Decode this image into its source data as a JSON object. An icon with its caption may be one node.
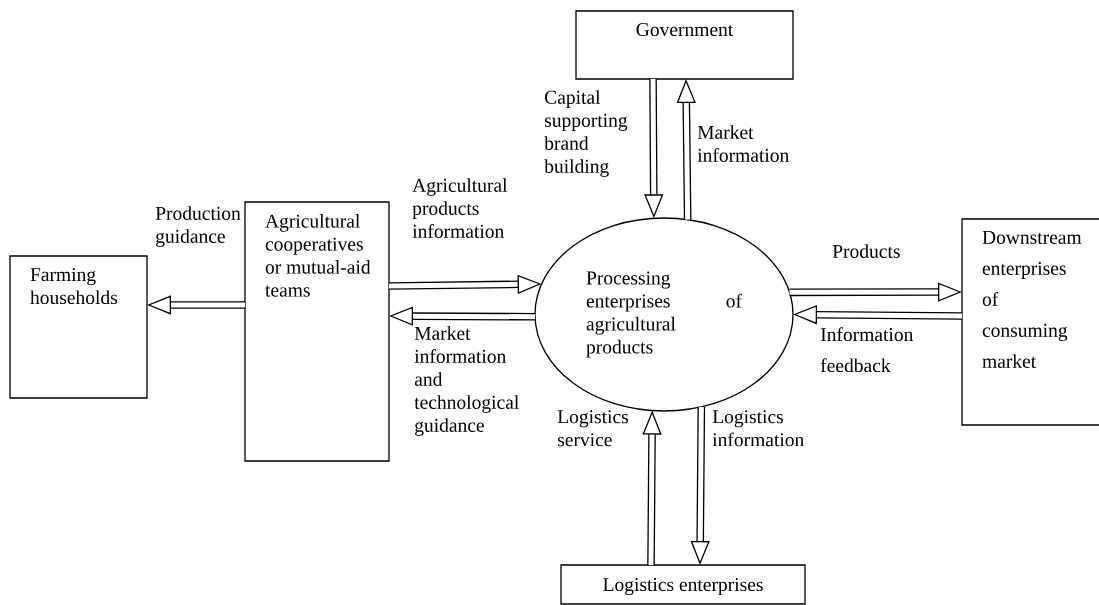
{
  "diagram": {
    "nodes": [
      {
        "text": [
          "Government"
        ]
      },
      {
        "text": [
          "Farming households"
        ]
      },
      {
        "text": [
          "Agricultural cooperatives or mutual-aid teams"
        ]
      },
      {
        "text": [
          "Processing enterprises of agricultural products"
        ]
      },
      {
        "text": [
          "Downstream enterprises of consuming market"
        ]
      },
      {
        "text": [
          "Logistics enterprises"
        ]
      }
    ],
    "edges": [
      {
        "from": 2,
        "to": 1,
        "arrow": "to",
        "label": "Production guidance"
      },
      {
        "from": 2,
        "to": 3,
        "arrow": "to",
        "label": "Agricultural products information"
      },
      {
        "from": 3,
        "to": 2,
        "arrow": "to",
        "label": "Market information and technological guidance"
      },
      {
        "from": 0,
        "to": 3,
        "arrow": "to",
        "label": "Capital supporting brand building"
      },
      {
        "from": 3,
        "to": 0,
        "arrow": "to",
        "label": "Market information"
      },
      {
        "from": 3,
        "to": 4,
        "arrow": "to",
        "label": "Products"
      },
      {
        "from": 4,
        "to": 3,
        "arrow": "to",
        "label": "Information feedback"
      },
      {
        "from": 5,
        "to": 3,
        "arrow": "to",
        "label": "Logistics service"
      },
      {
        "from": 3,
        "to": 5,
        "arrow": "to",
        "label": "Logistics information"
      }
    ]
  }
}
